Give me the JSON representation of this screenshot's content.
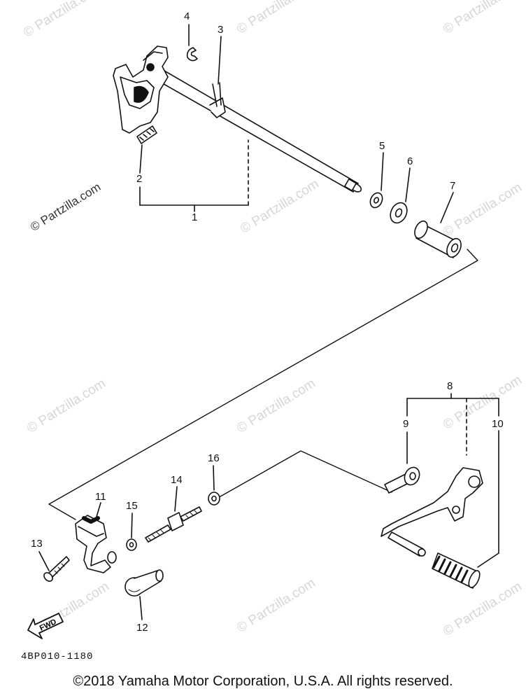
{
  "watermark": "© Partzilla.com",
  "callouts": {
    "c1": "1",
    "c2": "2",
    "c3": "3",
    "c4": "4",
    "c5": "5",
    "c6": "6",
    "c7": "7",
    "c8": "8",
    "c9": "9",
    "c10": "10",
    "c11": "11",
    "c12": "12",
    "c13": "13",
    "c14": "14",
    "c15": "15",
    "c16": "16"
  },
  "fwd_label": "FWD",
  "diagram_code": "4BP010-1180",
  "copyright": "©2018 Yamaha Motor Corporation, U.S.A. All rights reserved."
}
